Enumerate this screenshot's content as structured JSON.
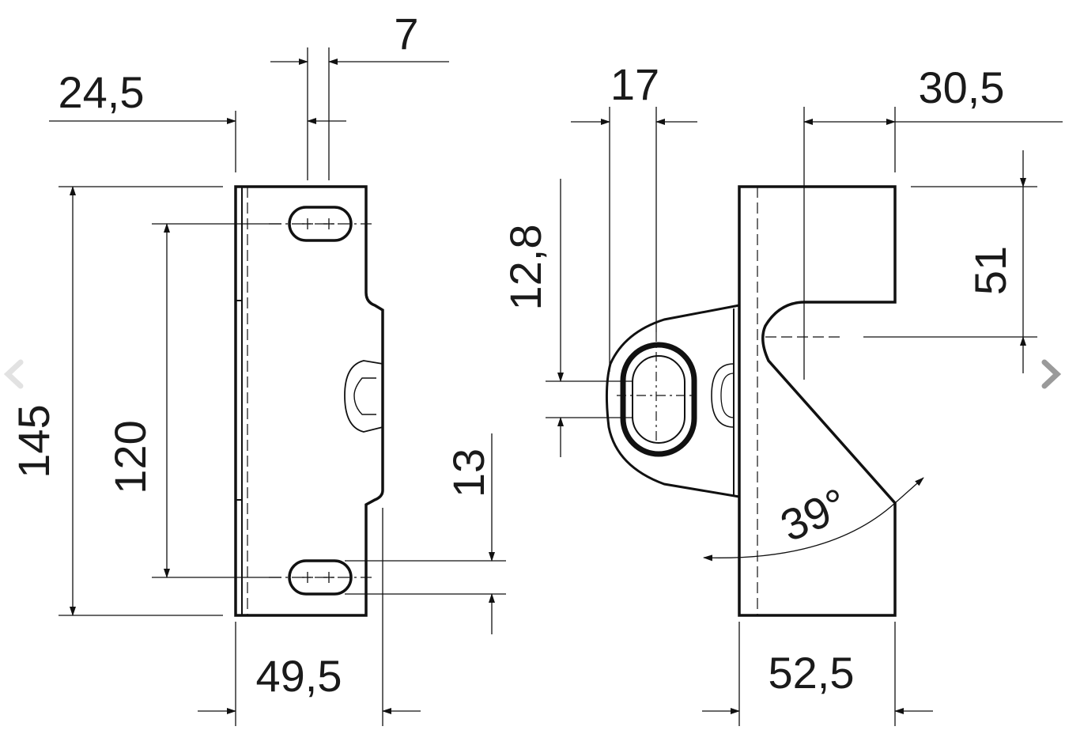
{
  "dimensions": {
    "top_left_small": "7",
    "left_offset": "24,5",
    "left_height": "145",
    "hole_spacing": "120",
    "left_width": "49,5",
    "slot_height": "13",
    "mid_width": "17",
    "oval_height": "12,8",
    "right_offset": "30,5",
    "right_height": "51",
    "angle": "39°",
    "right_width": "52,5"
  },
  "navigation": {
    "prev_icon": "chevron-left-icon",
    "next_icon": "chevron-right-icon"
  }
}
